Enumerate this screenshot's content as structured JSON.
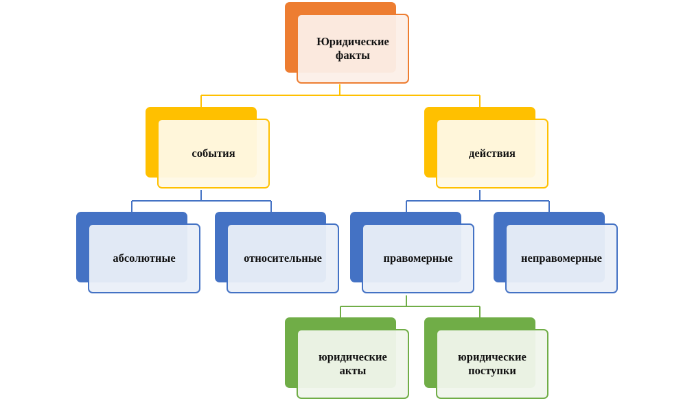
{
  "diagram": {
    "root": "Юридические\nфакты",
    "events": "события",
    "actions": "действия",
    "absolute": "абсолютные",
    "relative": "относительные",
    "lawful": "правомерные",
    "unlawful": "неправомерные",
    "legal_acts": "юридические\nакты",
    "legal_deeds": "юридические\nпоступки"
  }
}
